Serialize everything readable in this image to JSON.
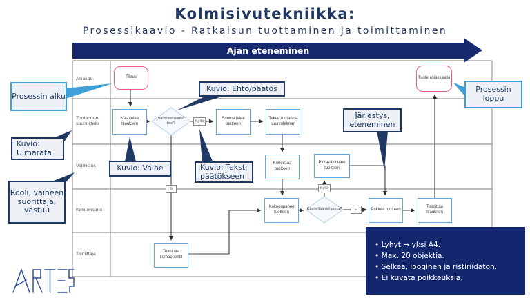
{
  "slide": {
    "title": "Kolmisivutekniikka:",
    "subtitle": "Prosessikaavio - Ratkaisun tuottaminen ja toimittaminen"
  },
  "timeline": {
    "label": "Ajan eteneminen"
  },
  "lanes": [
    {
      "label": "Asiakas"
    },
    {
      "label": "Tuotannon-suunnittelu"
    },
    {
      "label": "Valmistus"
    },
    {
      "label": "Kokoonpano"
    },
    {
      "label": "Toimittaja"
    }
  ],
  "nodes": {
    "tilaus": {
      "label": "Tilaus",
      "type": "start"
    },
    "tuote_asiakkaalla": {
      "label": "Tuote asiakkaalla",
      "type": "end"
    },
    "kasittelee_tilauksen": {
      "label": "Käsittelee tilauksen",
      "type": "task"
    },
    "valmistetaanko_itse": {
      "label": "Valmistetaanko itse?",
      "type": "decision"
    },
    "suunnittelee_tuotteen": {
      "label": "Suunnittelee tuotteen",
      "type": "task"
    },
    "tekee_tuotantosuunnitelman": {
      "label": "Tekee tuotanto-suunnitelman",
      "type": "task"
    },
    "koneistaa_tuotteen": {
      "label": "Koneistaa tuotteen",
      "type": "task"
    },
    "pintakasittelee_tuotteen": {
      "label": "Pintakäsittelee tuotteen",
      "type": "task"
    },
    "kokoonpanee_tuotteen": {
      "label": "Kokoonpanee tuotteen",
      "type": "task"
    },
    "kasitellaanko_pinta": {
      "label": "Käsitelläänkö pinta?",
      "type": "decision"
    },
    "pakkaa_tuotteen": {
      "label": "Pakkaa tuotteen",
      "type": "task"
    },
    "toimittaa_tilauksen": {
      "label": "Toimittaa tilauksen",
      "type": "task"
    },
    "toimittaa_komponentit": {
      "label": "Toimittaa komponentit",
      "type": "task"
    }
  },
  "edge_labels": {
    "kylla_1": "Kyllä",
    "ei_1": "Ei",
    "kylla_2": "Kyllä",
    "ei_2": "Ei"
  },
  "callouts": {
    "prosessin_alku": {
      "text": "Prosessin alku",
      "style": "light"
    },
    "prosessin_loppu": {
      "text": "Prosessin loppu",
      "style": "light"
    },
    "kuvio_ehto": {
      "text": "Kuvio: Ehto/päätös",
      "style": "dark"
    },
    "kuvio_uimarata": {
      "text": "Kuvio: Uimarata",
      "style": "dark"
    },
    "kuvio_vaihe": {
      "text": "Kuvio: Vaihe",
      "style": "dark"
    },
    "kuvio_teksti_paatokseen": {
      "text": "Kuvio: Teksti päätökseen",
      "style": "dark"
    },
    "jarjestys_eteneminen": {
      "text": "Järjestys, eteneminen",
      "style": "dark"
    },
    "rooli": {
      "text": "Rooli, vaiheen suorittaja, vastuu",
      "style": "dark"
    }
  },
  "notes": {
    "items": [
      "Lyhyt → yksi A4.",
      "Max. 20 objektia.",
      "Selkeä, looginen ja ristiriidaton.",
      "Ei kuvata poikkeuksia."
    ]
  },
  "logo": {
    "text": "ARTER"
  },
  "colors": {
    "navy": "#16296f",
    "callout_navy": "#1f3864",
    "light_blue": "#3f9fd8",
    "node_blue": "#5fa7da",
    "pink": "#ee5c86"
  }
}
